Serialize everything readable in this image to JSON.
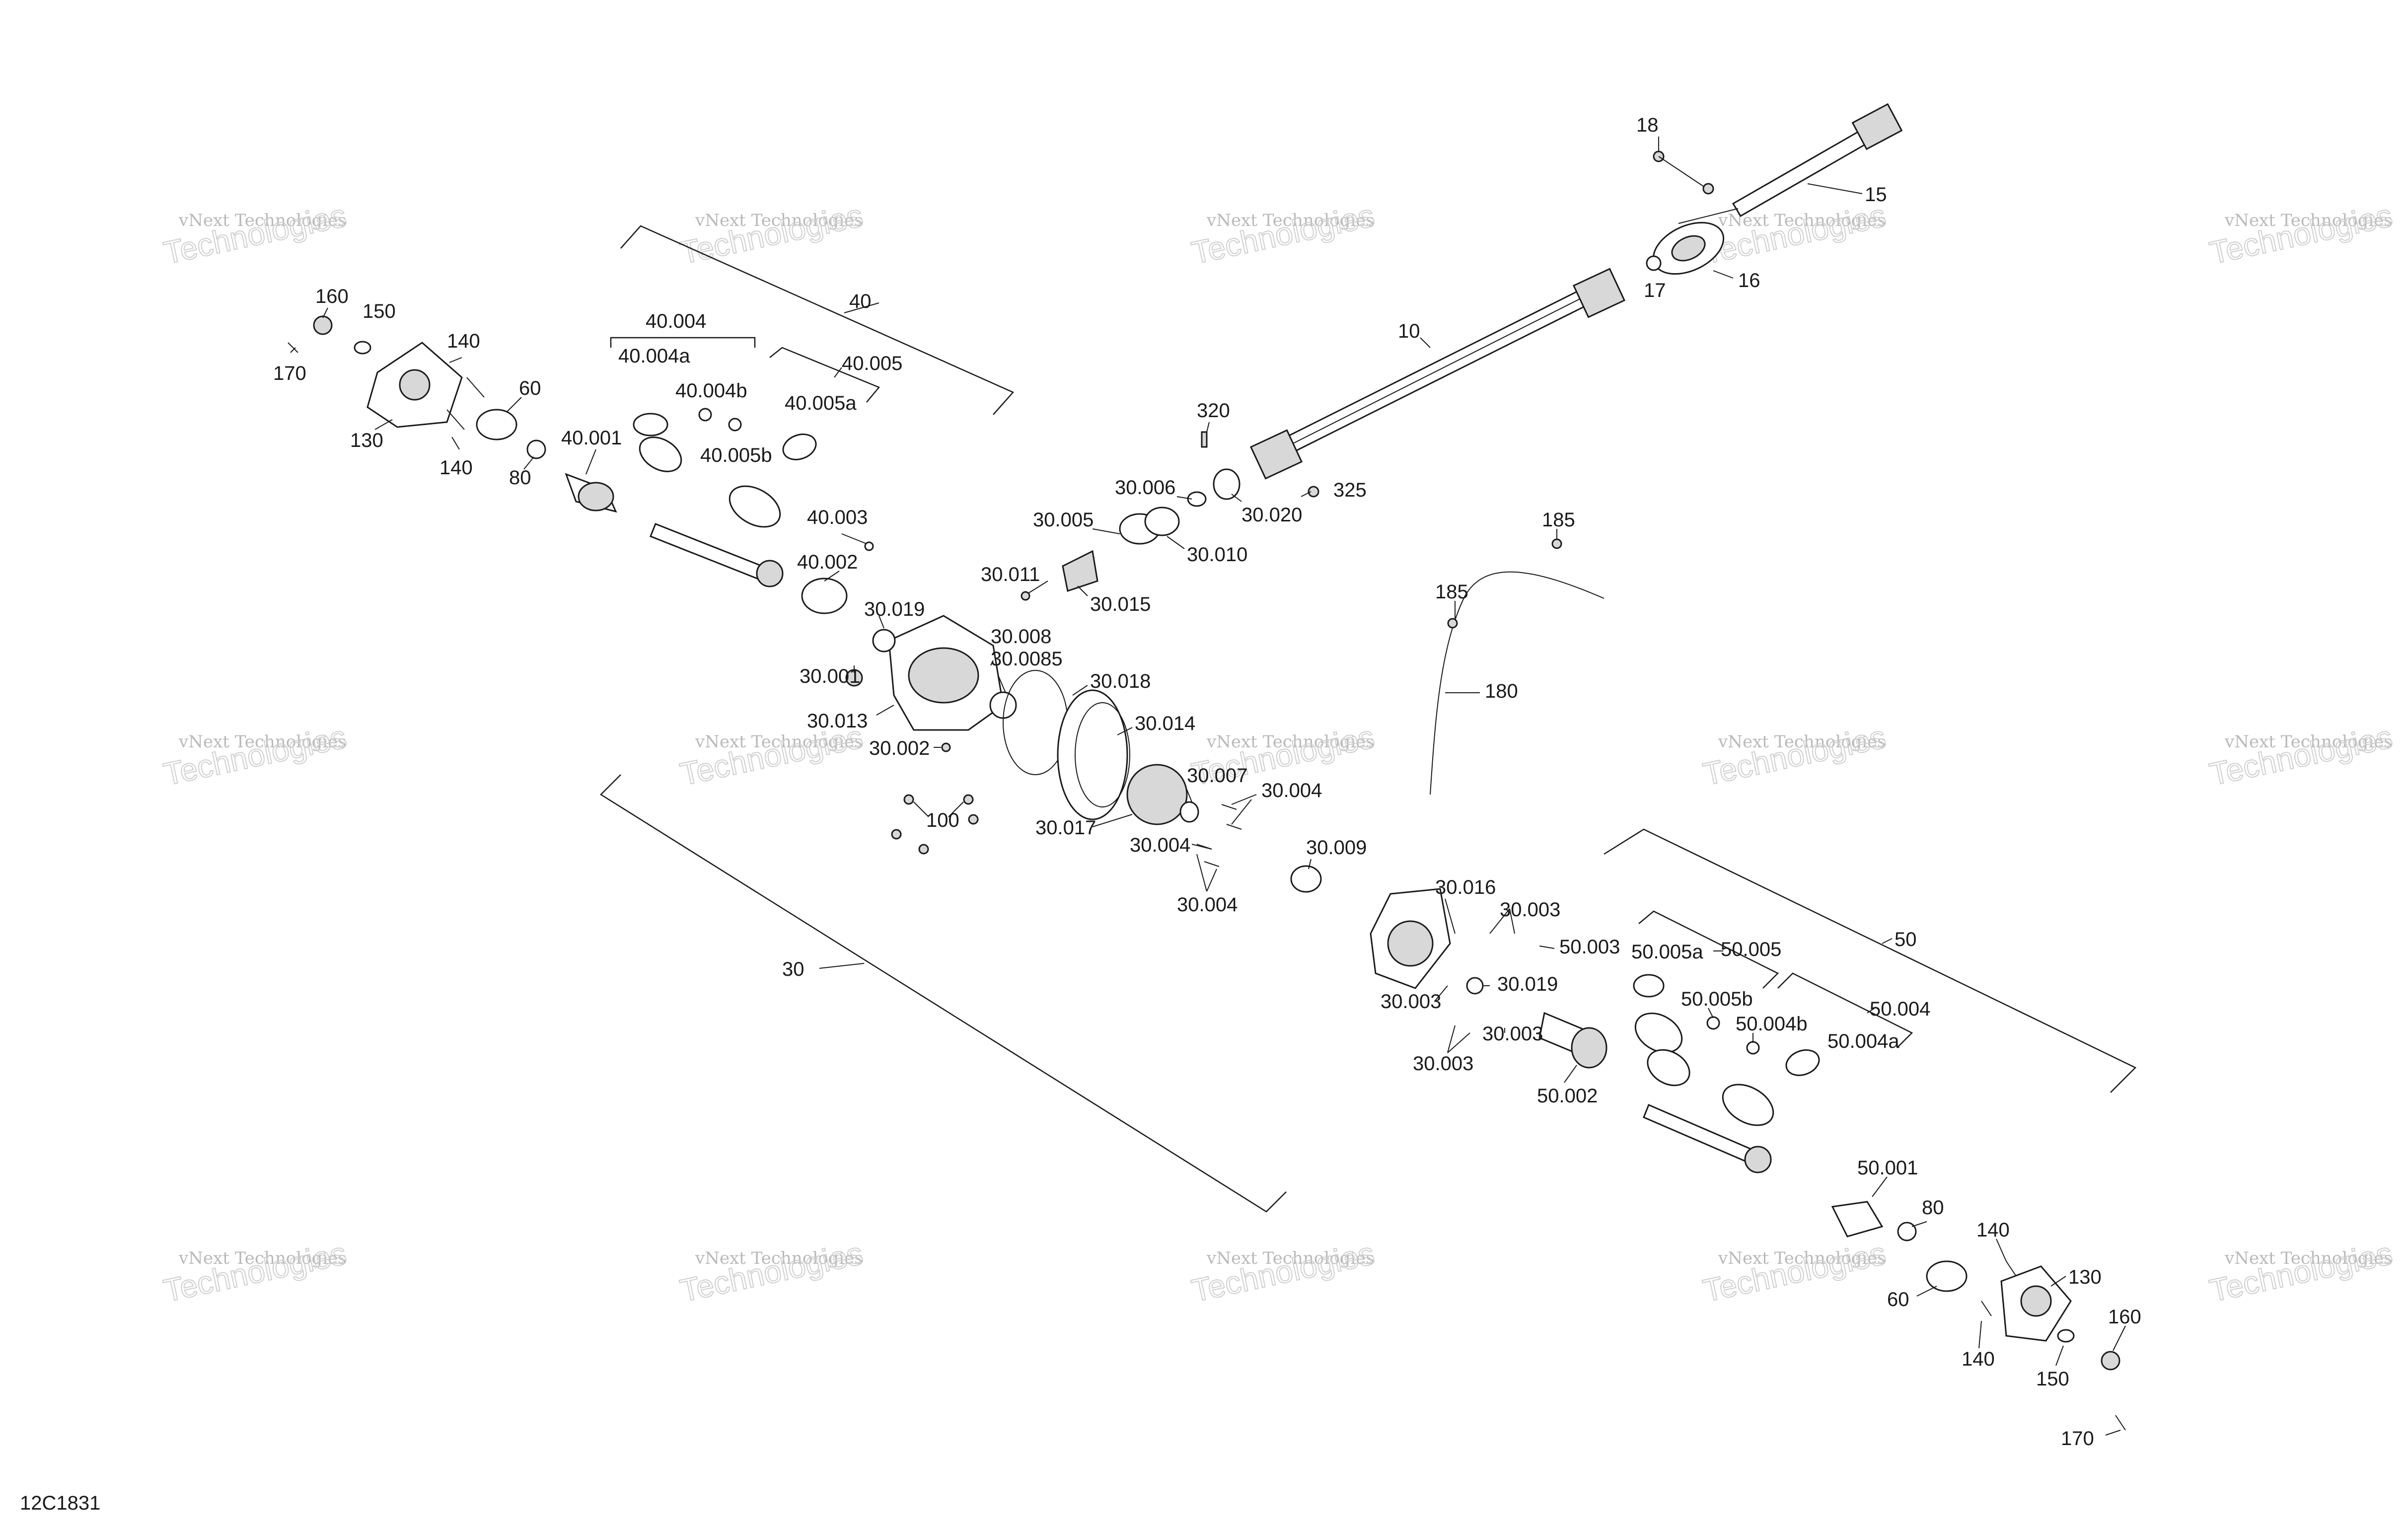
{
  "figure_code": "12C1831",
  "watermark": {
    "line1": "vNext Technologies",
    "line2": "Technologies"
  },
  "callouts": {
    "c10": "10",
    "c15": "15",
    "c16": "16",
    "c17": "17",
    "c18": "18",
    "c30": "30",
    "c40": "40",
    "c50": "50",
    "c60a": "60",
    "c60b": "60",
    "c80a": "80",
    "c80b": "80",
    "c100": "100",
    "c130a": "130",
    "c130b": "130",
    "c140a": "140",
    "c140b": "140",
    "c140c": "140",
    "c140d": "140",
    "c150a": "150",
    "c150b": "150",
    "c160a": "160",
    "c160b": "160",
    "c170a": "170",
    "c170b": "170",
    "c180": "180",
    "c185a": "185",
    "c185b": "185",
    "c320": "320",
    "c325": "325",
    "c30_001": "30.001",
    "c30_002": "30.002",
    "c30_003a": "30.003",
    "c30_003b": "30.003",
    "c30_003c": "30.003",
    "c30_003d": "30.003",
    "c30_004a": "30.004",
    "c30_004b": "30.004",
    "c30_004c": "30.004",
    "c30_005": "30.005",
    "c30_006": "30.006",
    "c30_007": "30.007",
    "c30_008": "30.008",
    "c30_0085": "30.0085",
    "c30_009": "30.009",
    "c30_010": "30.010",
    "c30_011": "30.011",
    "c30_013": "30.013",
    "c30_014": "30.014",
    "c30_015": "30.015",
    "c30_016": "30.016",
    "c30_017": "30.017",
    "c30_018": "30.018",
    "c30_019a": "30.019",
    "c30_019b": "30.019",
    "c30_020": "30.020",
    "c40_001": "40.001",
    "c40_002": "40.002",
    "c40_003": "40.003",
    "c40_004": "40.004",
    "c40_004a": "40.004a",
    "c40_004b": "40.004b",
    "c40_005": "40.005",
    "c40_005a": "40.005a",
    "c40_005b": "40.005b",
    "c50_001": "50.001",
    "c50_002": "50.002",
    "c50_003": "50.003",
    "c50_004": "50.004",
    "c50_004a": "50.004a",
    "c50_004b": "50.004b",
    "c50_005": "50.005",
    "c50_005a": "50.005a",
    "c50_005b": "50.005b"
  }
}
